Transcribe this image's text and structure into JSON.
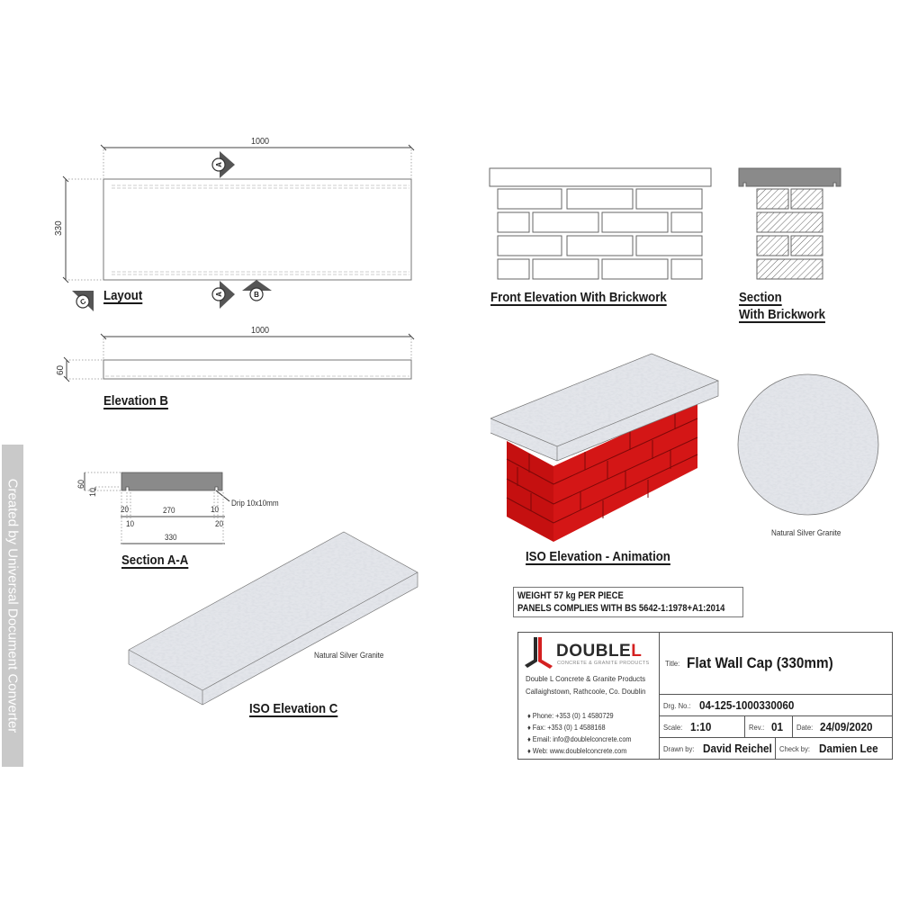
{
  "sheet": {
    "watermark": "Created by Universal Document Converter",
    "colors": {
      "line": "#555555",
      "granite": "#b9bcc2",
      "brick_red": "#d01414",
      "brick_dark": "#9a0c0c",
      "section_fill": "#888888",
      "logo_red": "#d42020",
      "logo_dark": "#2a2a2a"
    }
  },
  "layout_view": {
    "label": "Layout",
    "width_dim": "1000",
    "height_dim": "330",
    "markers": [
      "A",
      "A",
      "B",
      "C"
    ]
  },
  "elevation_b": {
    "label": "Elevation B",
    "width_dim": "1000",
    "height_dim": "60"
  },
  "section_aa": {
    "label": "Section A-A",
    "dims": {
      "height": "60",
      "drip_height": "10",
      "left_offset": "20",
      "left_drip": "10",
      "middle": "270",
      "right_drip": "10",
      "right_offset": "20",
      "total": "330"
    },
    "drip_note": "Drip 10x10mm"
  },
  "iso_c": {
    "label": "ISO Elevation C",
    "material_note": "Natural Silver Granite"
  },
  "front_elevation": {
    "label": "Front Elevation With Brickwork"
  },
  "section_brickwork": {
    "label_line1": "Section",
    "label_line2": "With Brickwork"
  },
  "iso_animation": {
    "label": "ISO Elevation - Animation"
  },
  "swatch": {
    "label": "Natural Silver Granite"
  },
  "notes": {
    "line1": "WEIGHT 57 kg PER PIECE",
    "line2": "PANELS COMPLIES WITH BS 5642-1:1978+A1:2014"
  },
  "title_block": {
    "logo_text": "DOUBLEL",
    "logo_tagline": "CONCRETE & GRANITE PRODUCTS",
    "company_name": "Double L Concrete & Granite Products",
    "company_address": "Callaighstown, Rathcoole, Co. Doublin",
    "phone": "♦ Phone: +353 (0) 1 4580729",
    "fax": "♦ Fax: +353 (0) 1 4588168",
    "email": "♦ Email: info@doublelconcrete.com",
    "web": "♦ Web: www.doublelconcrete.com",
    "title_key": "Title:",
    "title": "Flat Wall Cap (330mm)",
    "drg_key": "Drg. No.:",
    "drg_no": "04-125-1000330060",
    "scale_key": "Scale:",
    "scale": "1:10",
    "rev_key": "Rev.:",
    "rev": "01",
    "date_key": "Date:",
    "date": "24/09/2020",
    "drawn_key": "Drawn by:",
    "drawn_by": "David Reichel",
    "check_key": "Check by:",
    "check_by": "Damien Lee"
  }
}
